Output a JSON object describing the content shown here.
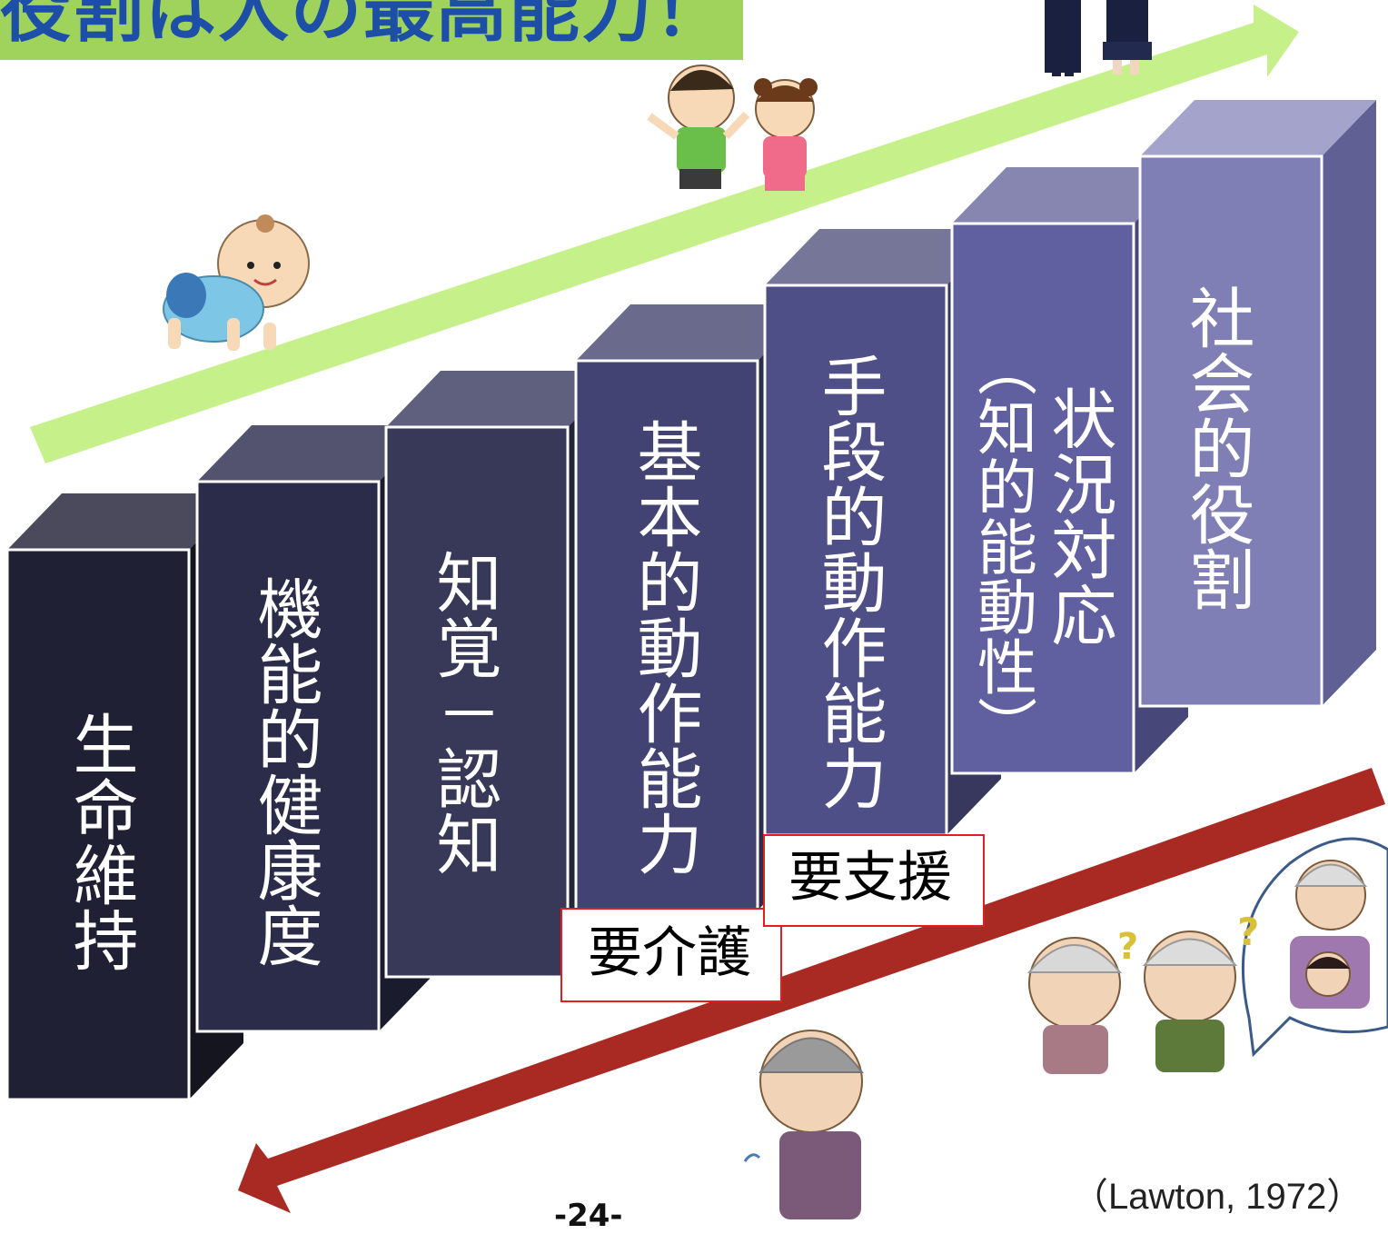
{
  "title": "役割は人の最高能力！",
  "levels": [
    {
      "label": "生命維持",
      "front": "#1f2033",
      "top": "#4a4a5c",
      "side": "#15151f"
    },
    {
      "label": "機能的健康度",
      "front": "#2b2b4a",
      "top": "#535370",
      "side": "#1b1b2e"
    },
    {
      "label": "知覚－認知",
      "front": "#383858",
      "top": "#5f5f7e",
      "side": "#24243a"
    },
    {
      "label": "基本的動作能力",
      "front": "#434373",
      "top": "#6a6a8c",
      "side": "#2d2d4e"
    },
    {
      "label": "手段的動作能力",
      "front": "#4f4f88",
      "top": "#767699",
      "side": "#38385f"
    },
    {
      "label": "状況対応",
      "sublabel": "（知的能動性）",
      "front": "#6060a0",
      "top": "#8686b0",
      "side": "#47477a"
    },
    {
      "label": "社会的役割",
      "front": "#7f7fb6",
      "top": "#a3a3cb",
      "side": "#606094"
    }
  ],
  "care_labels": {
    "care_needed": "要介護",
    "support_needed": "要支援"
  },
  "colors": {
    "growth_arrow": "#c6f08a",
    "decline_arrow": "#a82a22",
    "title_band": "#9fd35c",
    "title_text": "#1d4fa8",
    "label_border": "#e02020"
  },
  "illustrations": [
    "crawling-baby",
    "two-children",
    "two-students",
    "two-elderly-puzzled",
    "elderly-with-grandchild-bubble",
    "elderly-woman-coughing"
  ],
  "citation": "（Lawton, 1972）",
  "page_number": "-24-"
}
